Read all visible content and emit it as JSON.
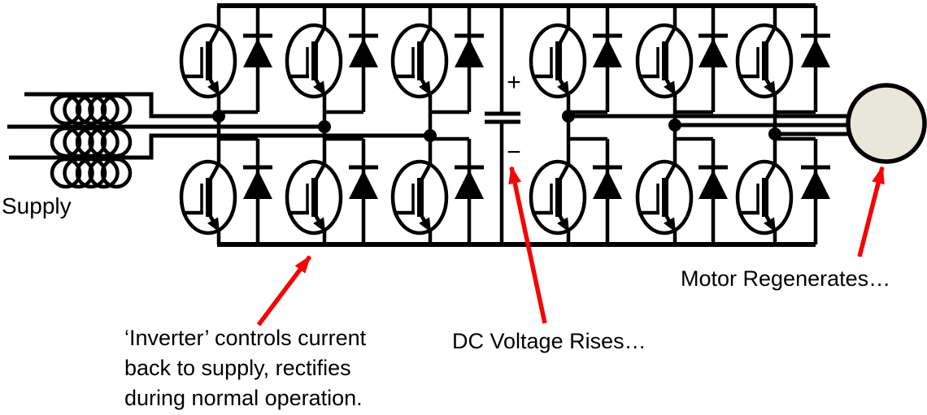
{
  "diagram": {
    "type": "circuit-diagram",
    "supply_label": "Supply",
    "dc_link": {
      "plus_label": "+",
      "minus_label": "−"
    },
    "annotations": {
      "inverter_note": "‘Inverter’ controls current\nback to supply, rectifies\nduring normal operation.",
      "dc_voltage_note": "DC Voltage Rises…",
      "motor_note": "Motor Regenerates…"
    },
    "components": {
      "supply_inductors": "three-phase supply inductors",
      "grid_side_converter": "six IGBT with antiparallel diode cells",
      "dc_link_capacitor": "dc-link capacitor",
      "machine_side_converter": "six IGBT with antiparallel diode cells",
      "motor": "motor"
    },
    "colors": {
      "wire": "#000000",
      "text": "#000000",
      "arrow": "#f40505",
      "motor_fill": "#e9e6da",
      "background": "#ffffff"
    }
  }
}
